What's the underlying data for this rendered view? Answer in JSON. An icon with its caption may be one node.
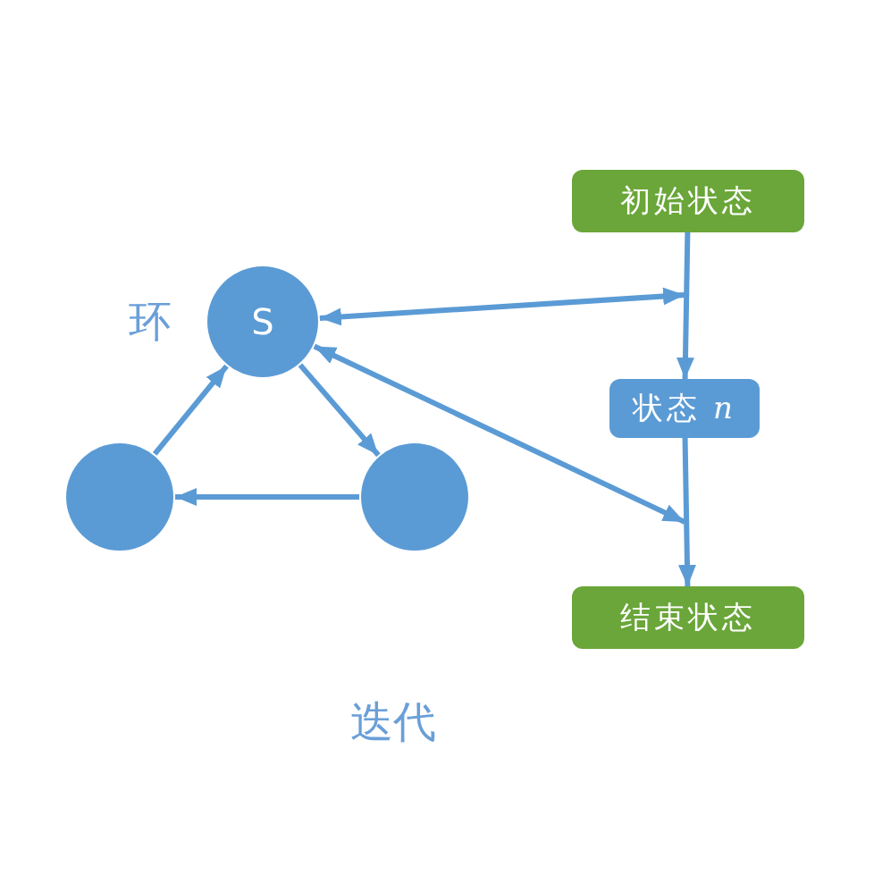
{
  "diagram": {
    "nodes": [
      {
        "text": [
          "初始状态"
        ]
      },
      {
        "text": [
          "S"
        ]
      },
      {
        "text": [
          "状态 *n*"
        ]
      },
      {
        "text": [],
        "shape": "circle"
      },
      {
        "text": [],
        "shape": "circle"
      },
      {
        "text": [
          "结束状态"
        ]
      }
    ],
    "edges": [
      {
        "from": 1,
        "to": 4,
        "arrow": "to"
      },
      {
        "from": 4,
        "to": 3,
        "arrow": "to"
      },
      {
        "from": 3,
        "to": 1,
        "arrow": "to"
      },
      {
        "from": 0,
        "to": 2,
        "arrow": "to"
      },
      {
        "from": 2,
        "to": 5,
        "arrow": "to"
      },
      {
        "from": 1,
        "to": null,
        "arrow": "both"
      },
      {
        "from": 1,
        "to": null,
        "arrow": "both"
      }
    ],
    "labels": [
      "环",
      "迭代"
    ]
  }
}
